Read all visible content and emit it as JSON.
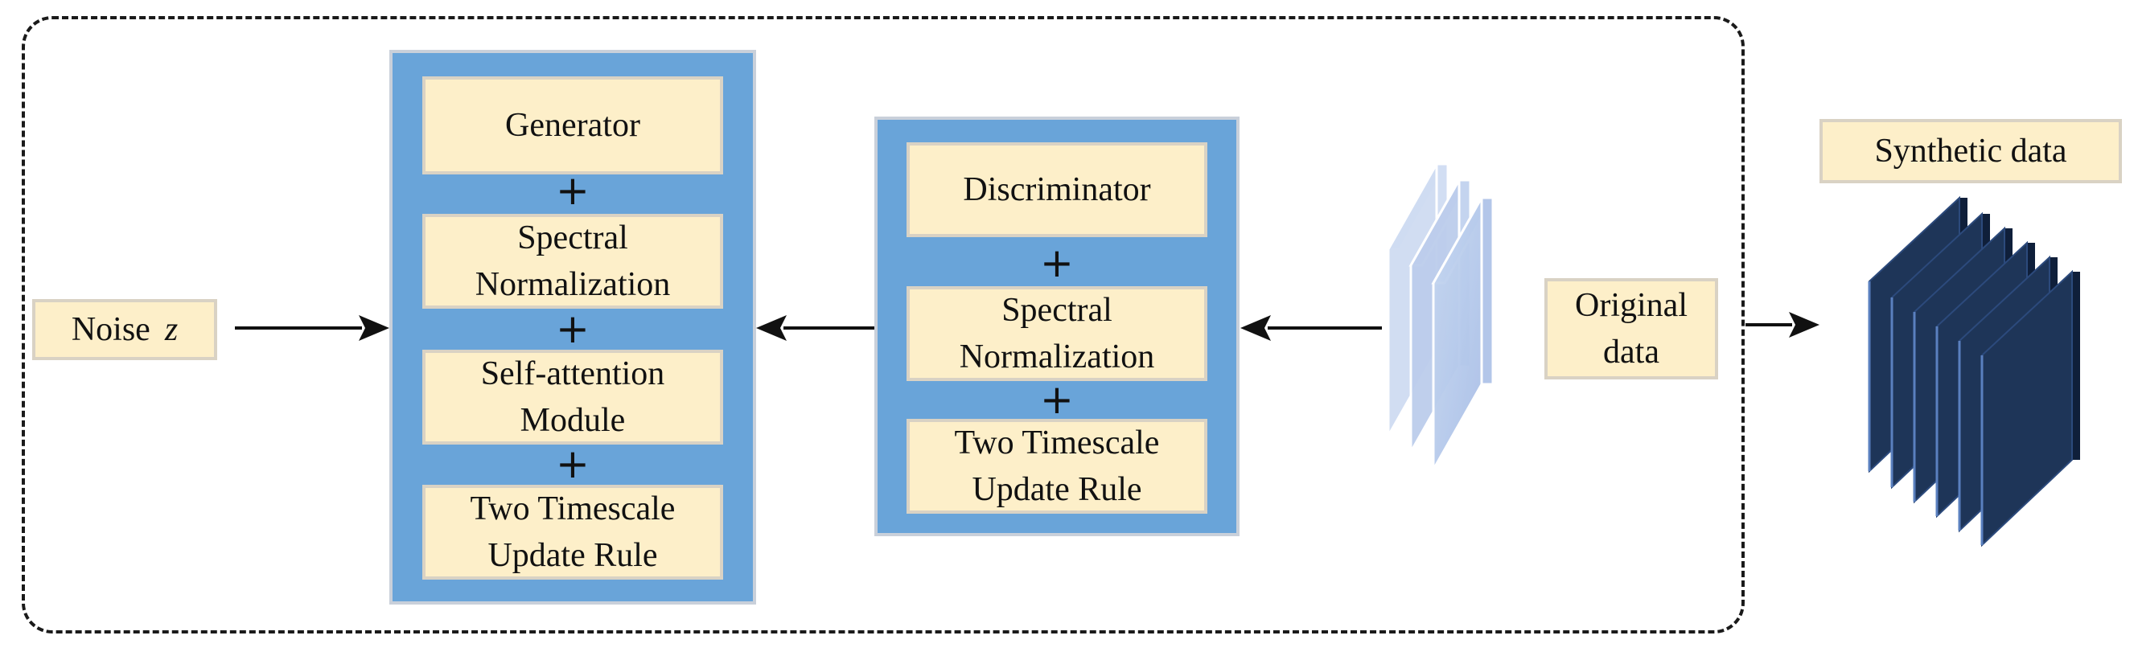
{
  "diagram": {
    "noise": {
      "label": "Noise",
      "variable": "z"
    },
    "generator_stack": {
      "items": [
        "Generator",
        "Spectral\nNormalization",
        "Self-attention\nModule",
        "Two Timescale\nUpdate Rule"
      ],
      "connector": "+"
    },
    "discriminator_stack": {
      "items": [
        "Discriminator",
        "Spectral\nNormalization",
        "Two Timescale\nUpdate Rule"
      ],
      "connector": "+"
    },
    "original_data": {
      "label": "Original\ndata"
    },
    "synthetic_data": {
      "label": "Synthetic data"
    }
  },
  "colors": {
    "panel_fill": "#69a4d9",
    "box_fill": "#fdefc9",
    "original_layers": "#b4c8ea",
    "synthetic_layers": "#1e3558"
  }
}
